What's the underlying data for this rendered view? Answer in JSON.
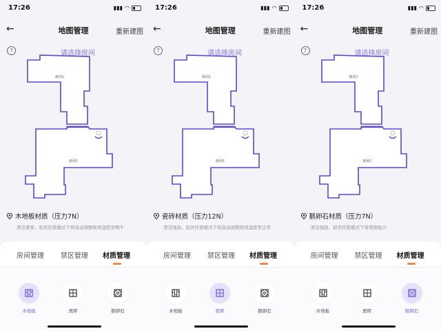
{
  "status_time": "17:26",
  "header": {
    "title": "地图管理",
    "rebuild": "重新建图"
  },
  "select_room": "请选择房间",
  "room_label": "房间1",
  "tabs": [
    "房间管理",
    "禁区管理",
    "材质管理"
  ],
  "active_tab": 2,
  "materials": [
    {
      "label": "木地板",
      "icon": "wood-floor-icon"
    },
    {
      "label": "瓷砖",
      "icon": "tile-icon"
    },
    {
      "label": "鹅卵石",
      "icon": "pebble-icon"
    }
  ],
  "panels": [
    {
      "selected": 0,
      "material_title": "木地板材质（压力7N）",
      "description": "清洁更柔，貂灵托管模式下将自动调整拖地湿度至略干"
    },
    {
      "selected": 1,
      "material_title": "瓷砖材质（压力12N）",
      "description": "清洁强劲，貂灵托管模式下将自动调整拖地湿度至正常"
    },
    {
      "selected": 2,
      "material_title": "鹅卵石材质（压力7N）",
      "description": "清洁强劲，貂灵托管模式下将增强吸力"
    }
  ],
  "colors": {
    "accent": "#6a55d8",
    "tab_underline": "#f0884a",
    "wall": "#5b47cf"
  }
}
